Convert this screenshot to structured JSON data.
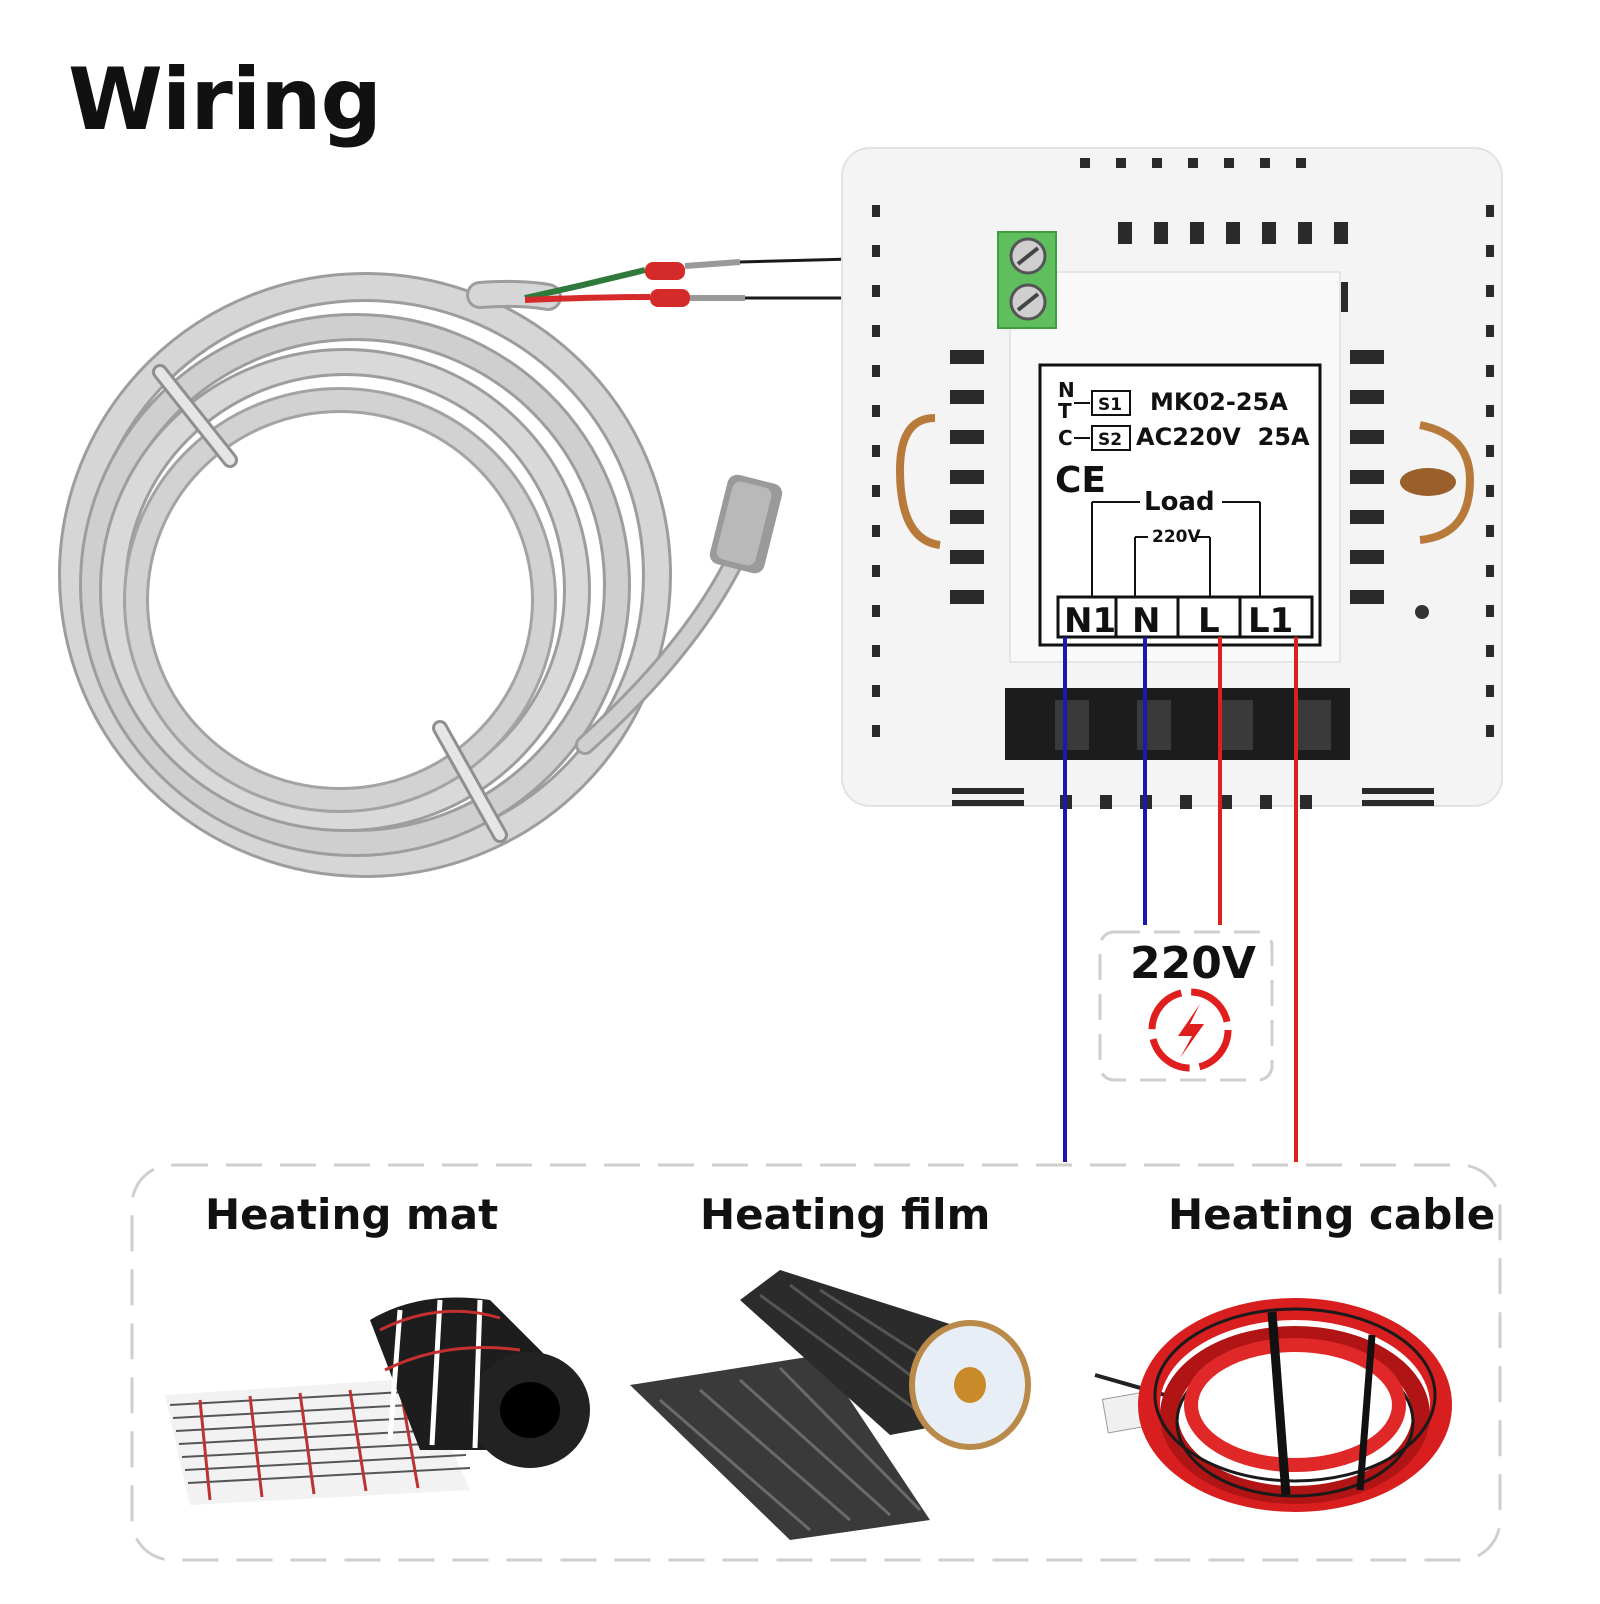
{
  "title": "Wiring",
  "device": {
    "model": "MK02-25A",
    "rating": "AC220V  25A",
    "ntc_letters": [
      "N",
      "T",
      "C"
    ],
    "sensor_terminals": [
      "S1",
      "S2"
    ],
    "ce_mark": "CE",
    "load_label": "Load",
    "supply_label": "220V",
    "terminals": [
      "N1",
      "N",
      "L",
      "L1"
    ]
  },
  "power_source": {
    "voltage": "220V",
    "icon": "lightning-bolt-icon",
    "color": "#e01e1e"
  },
  "products": [
    {
      "label": "Heating mat"
    },
    {
      "label": "Heating film"
    },
    {
      "label": "Heating cable"
    }
  ],
  "colors": {
    "neutral_wire": "#1a1aa8",
    "live_wire": "#e01e1e",
    "sensor_block": "#5fbf5f",
    "sensor_cable": "#cfcfcf"
  }
}
